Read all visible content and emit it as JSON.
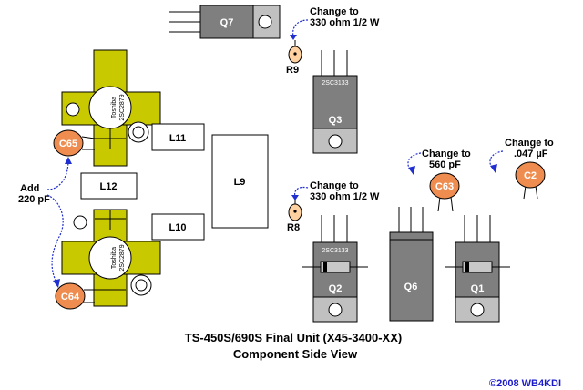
{
  "transistors": {
    "q7": {
      "label": "Q7"
    },
    "q3": {
      "label": "Q3",
      "part": "2SC3133"
    },
    "q2": {
      "label": "Q2",
      "part": "2SC3133"
    },
    "q6": {
      "label": "Q6"
    },
    "q1": {
      "label": "Q1"
    },
    "upper_rf": {
      "maker": "Toshiba",
      "part": "2SC2879"
    },
    "lower_rf": {
      "maker": "Toshiba",
      "part": "2SC2879"
    }
  },
  "inductors": {
    "l11": "L11",
    "l12": "L12",
    "l10": "L10",
    "l9": "L9"
  },
  "resistors": {
    "r9": "R9",
    "r8": "R8"
  },
  "capacitors": {
    "c65": "C65",
    "c64": "C64",
    "c63": "C63",
    "c2": "C2"
  },
  "annotations": {
    "r9_line1": "Change to",
    "r9_line2": "330 ohm 1/2 W",
    "r8_line1": "Change to",
    "r8_line2": "330 ohm 1/2 W",
    "c63_line1": "Change to",
    "c63_line2": "560 pF",
    "c2_line1": "Change to",
    "c2_line2": ".047 µF",
    "add_line1": "Add",
    "add_line2": "220 pF"
  },
  "title": {
    "line1": "TS-450S/690S Final Unit (X45-3400-XX)",
    "line2": "Component Side View"
  },
  "copyright": "©2008  WB4KDI",
  "colors": {
    "transistor_body": "#7f7f7f",
    "tab": "#c0c0c0",
    "flange": "#c9c900",
    "capacitor": "#ef8d50",
    "resistor": "#ffd0a0",
    "arrow": "#1f2fd0"
  }
}
